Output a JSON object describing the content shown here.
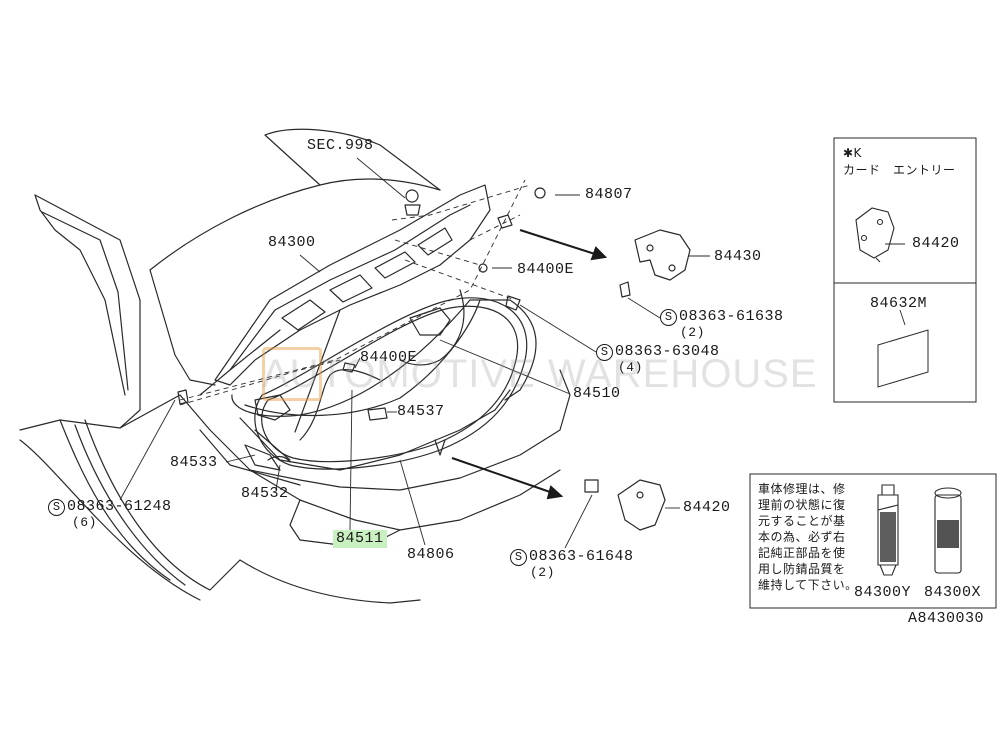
{
  "labels": {
    "sec": "SEC.998",
    "p84807": "84807",
    "p84300": "84300",
    "p84430": "84430",
    "p84400e_top": "84400E",
    "p84400e_mid": "84400E",
    "b61638": "08363-61638",
    "b61638_qty": "(2)",
    "b63048": "08363-63048",
    "b63048_qty": "(4)",
    "p84510": "84510",
    "p84537": "84537",
    "p84533": "84533",
    "p84532": "84532",
    "b61248": "08363-61248",
    "b61248_qty": "(6)",
    "p84511": "84511",
    "p84806": "84806",
    "p84420": "84420",
    "b61648": "08363-61648",
    "b61648_qty": "(2)",
    "bolt_symbol": "S"
  },
  "inset_card": {
    "header_line1": "✱K",
    "header_line2": "カード　エントリー",
    "part": "84420",
    "label_part": "84632M"
  },
  "inset_repair": {
    "note": "車体修理は、修\n理前の状態に復\n元することが基\n本の為、必ず右\n記純正部品を使\n用し防錆品質を\n維持して下さい。",
    "part_y": "84300Y",
    "part_x": "84300X"
  },
  "diagram_code": "A8430030",
  "watermark": "AUTOMOTIVE WAREHOUSE",
  "colors": {
    "line": "#1a1a1a",
    "highlight": "#c8f0c0",
    "watermark": "#aaaaaa"
  }
}
